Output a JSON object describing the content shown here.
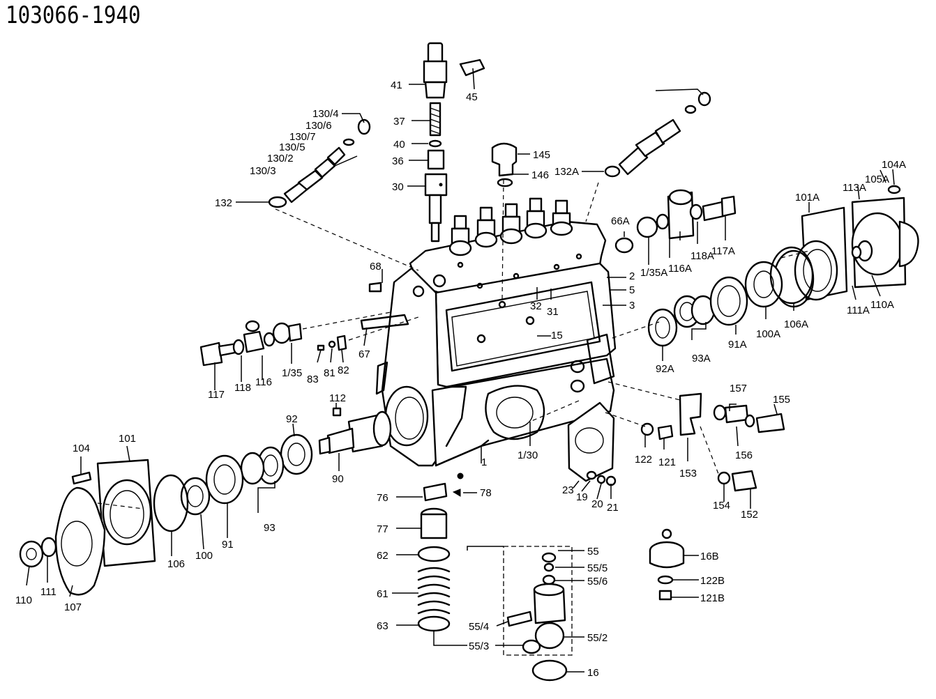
{
  "title": "103066-1940",
  "part_labels": [
    "41",
    "45",
    "37",
    "40",
    "36",
    "30",
    "145",
    "146",
    "130/4",
    "130/6",
    "130/7",
    "130/5",
    "130/2",
    "130/3",
    "132",
    "132A",
    "66A",
    "117A",
    "118A",
    "116A",
    "1/35A",
    "101A",
    "113A",
    "105A",
    "104A",
    "68",
    "2",
    "5",
    "3",
    "32",
    "31",
    "15",
    "92A",
    "93A",
    "91A",
    "100A",
    "106A",
    "111A",
    "110A",
    "117",
    "118",
    "116",
    "1/35",
    "83",
    "81",
    "82",
    "67",
    "112",
    "92",
    "101",
    "104",
    "90",
    "93",
    "1",
    "1/30",
    "157",
    "155",
    "156",
    "122",
    "121",
    "153",
    "23",
    "19",
    "20",
    "21",
    "154",
    "152",
    "76",
    "78",
    "77",
    "55",
    "55/5",
    "55/6",
    "62",
    "61",
    "63",
    "55/4",
    "55/3",
    "55/2",
    "16",
    "16B",
    "122B",
    "121B",
    "110",
    "111",
    "107",
    "106",
    "100",
    "91"
  ],
  "icons": [
    "fuel-injection-pump-housing",
    "delivery-valve-holder",
    "governor-plate",
    "bearing",
    "seal-ring"
  ]
}
